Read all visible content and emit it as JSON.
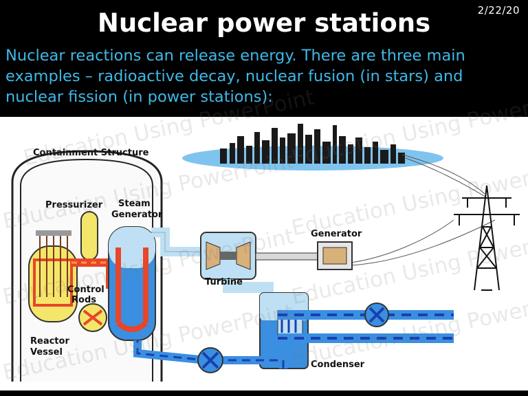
{
  "slide": {
    "date": "2/22/20",
    "title": "Nuclear power stations",
    "body": "Nuclear reactions can release energy.  There are three main examples – radioactive decay, nuclear fusion (in stars) and nuclear fission (in power stations):"
  },
  "watermark": "Education Using PowerPoint",
  "diagram": {
    "labels": {
      "containment": "Containment Structure",
      "pressurizer": "Pressurizer",
      "steam_1": "Steam",
      "steam_2": "Generator",
      "control_1": "Control",
      "control_2": "Rods",
      "reactor_1": "Reactor",
      "reactor_2": "Vessel",
      "turbine": "Turbine",
      "generator": "Generator",
      "condenser": "Condenser"
    },
    "colors": {
      "hot": "#e8452a",
      "water": "#3a8fe0",
      "dark_water": "#1a3fb0",
      "fuel": "#f4e66a",
      "steam": "#bfe0f4"
    }
  }
}
